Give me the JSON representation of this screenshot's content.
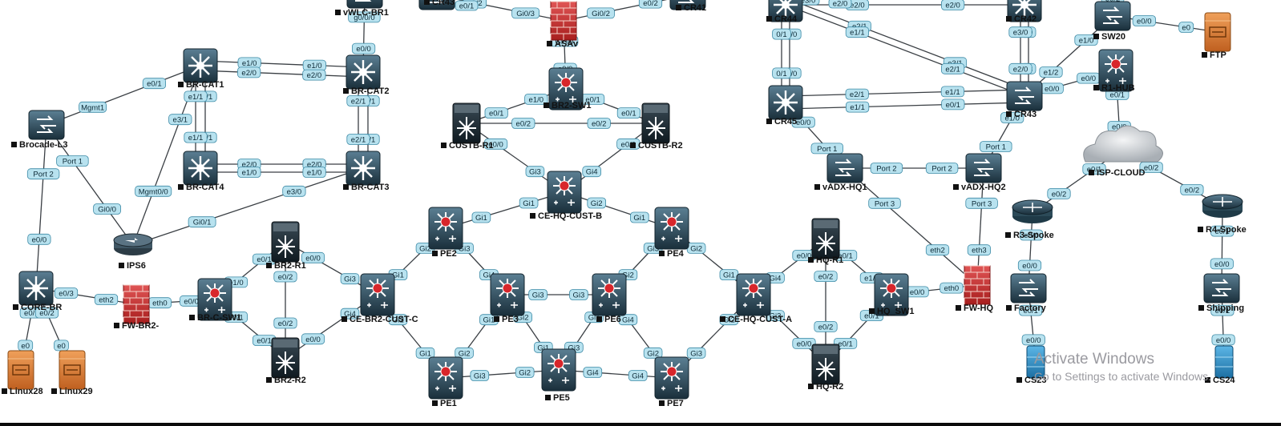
{
  "colors": {
    "link": "#3a3f44",
    "port_fill": "#b8e2ef",
    "port_stroke": "#3d8aa6",
    "device_dark": "#1e3744",
    "device_light": "#4a6d80",
    "router_red": "#d8262b",
    "firewall_red": "#c8302f",
    "server_orange": "#e0803a",
    "server_blue": "#2e94cf",
    "cloud_gray": "#c9cdd1"
  },
  "watermark": {
    "title": "Activate Windows",
    "subtitle": "Go to Settings to activate Windows."
  },
  "devices": [
    {
      "id": "cr43top",
      "label": "CR43",
      "icon": "switch-icon"
    },
    {
      "id": "vwlc",
      "label": "vWLC-BR1",
      "icon": "switch-icon"
    },
    {
      "id": "asav",
      "label": "ASAv",
      "icon": "firewall-icon"
    },
    {
      "id": "cr41",
      "label": "CR41",
      "icon": "switch-icon"
    },
    {
      "id": "brcat1",
      "label": "BR-CAT1",
      "icon": "multilayer-switch-icon"
    },
    {
      "id": "brcat2",
      "label": "BR-CAT2",
      "icon": "multilayer-switch-icon"
    },
    {
      "id": "brcat4",
      "label": "BR-CAT4",
      "icon": "multilayer-switch-icon"
    },
    {
      "id": "brcat3",
      "label": "BR-CAT3",
      "icon": "multilayer-switch-icon"
    },
    {
      "id": "brocade",
      "label": "Brocade-L3",
      "icon": "switch-icon"
    },
    {
      "id": "br2sw1",
      "label": "BR2-SW1",
      "icon": "router-switch-icon"
    },
    {
      "id": "custbr1",
      "label": "CUSTB-R1",
      "icon": "nexus-icon"
    },
    {
      "id": "custbr2",
      "label": "CUSTB-R2",
      "icon": "nexus-icon"
    },
    {
      "id": "cehqcustb",
      "label": "CE-HQ-CUST-B",
      "icon": "router-switch-icon"
    },
    {
      "id": "pe2",
      "label": "PE2",
      "icon": "router-switch-icon"
    },
    {
      "id": "pe4",
      "label": "PE4",
      "icon": "router-switch-icon"
    },
    {
      "id": "pe3",
      "label": "PE3",
      "icon": "router-switch-icon"
    },
    {
      "id": "pe6",
      "label": "PE6",
      "icon": "router-switch-icon"
    },
    {
      "id": "cebr2custc",
      "label": "CE-BR2-CUST-C",
      "icon": "router-switch-icon"
    },
    {
      "id": "cehqcusta",
      "label": "CE-HQ-CUST-A",
      "icon": "router-switch-icon"
    },
    {
      "id": "pe1",
      "label": "PE1",
      "icon": "router-switch-icon"
    },
    {
      "id": "pe5",
      "label": "PE5",
      "icon": "router-switch-icon"
    },
    {
      "id": "pe7",
      "label": "PE7",
      "icon": "router-switch-icon"
    },
    {
      "id": "ips6",
      "label": "IPS6",
      "icon": "ips-icon"
    },
    {
      "id": "br2r1",
      "label": "BR2-R1",
      "icon": "nexus-icon"
    },
    {
      "id": "br2r2",
      "label": "BR2-R2",
      "icon": "nexus-icon"
    },
    {
      "id": "brcsw",
      "label": "BR-C-SW1",
      "icon": "router-switch-icon"
    },
    {
      "id": "fwbr2",
      "label": "FW-BR2-",
      "icon": "firewall-icon"
    },
    {
      "id": "corebr",
      "label": "CORE-BR",
      "icon": "multilayer-switch-icon"
    },
    {
      "id": "linux28",
      "label": "Linux28",
      "icon": "server-icon"
    },
    {
      "id": "linux29",
      "label": "Linux29",
      "icon": "server-icon"
    },
    {
      "id": "cr44",
      "label": "CR44",
      "icon": "multilayer-switch-icon"
    },
    {
      "id": "cr42",
      "label": "CR42",
      "icon": "multilayer-switch-icon"
    },
    {
      "id": "cr45",
      "label": "CR45",
      "icon": "multilayer-switch-icon"
    },
    {
      "id": "cr43",
      "label": "CR43",
      "icon": "switch-icon"
    },
    {
      "id": "sw20",
      "label": "SW20",
      "icon": "switch-icon"
    },
    {
      "id": "ftp",
      "label": "FTP",
      "icon": "server-icon"
    },
    {
      "id": "r1hub",
      "label": "R1-HUB",
      "icon": "router-switch-icon"
    },
    {
      "id": "isp",
      "label": "ISP-CLOUD",
      "icon": "cloud-icon"
    },
    {
      "id": "vadx1",
      "label": "vADX-HQ1",
      "icon": "switch-icon"
    },
    {
      "id": "vadx2",
      "label": "vADX-HQ2",
      "icon": "switch-icon"
    },
    {
      "id": "r3spoke",
      "label": "R3-Spoke",
      "icon": "router-icon"
    },
    {
      "id": "r4spoke",
      "label": "R4-Spoke",
      "icon": "router-icon"
    },
    {
      "id": "hqr1",
      "label": "HQ-R1",
      "icon": "nexus-icon"
    },
    {
      "id": "hqsw1",
      "label": "HQ_SW1",
      "icon": "router-switch-icon"
    },
    {
      "id": "fwhq",
      "label": "FW-HQ",
      "icon": "firewall-icon"
    },
    {
      "id": "hqr2",
      "label": "HQ-R2",
      "icon": "nexus-icon"
    },
    {
      "id": "factory",
      "label": "Factory",
      "icon": "switch-icon"
    },
    {
      "id": "shipping",
      "label": "Shipping",
      "icon": "switch-icon"
    },
    {
      "id": "cs23",
      "label": "CS23",
      "icon": "server-icon"
    },
    {
      "id": "cs24",
      "label": "CS24",
      "icon": "server-icon"
    }
  ],
  "links": [
    {
      "a": "brcat1",
      "b": "brcat2",
      "pa": "e1/0",
      "pb": "e1/0"
    },
    {
      "a": "brcat1",
      "b": "brcat2",
      "pa": "e2/0",
      "pb": "e2/0"
    },
    {
      "a": "brcat4",
      "b": "brcat3",
      "pa": "e2/0",
      "pb": "e2/0"
    },
    {
      "a": "brcat4",
      "b": "brcat3",
      "pa": "e1/0",
      "pb": "e1/0"
    },
    {
      "a": "brcat1",
      "b": "brcat4",
      "pa": "e2/1",
      "pb": "e2/1"
    },
    {
      "a": "brcat1",
      "b": "brcat4",
      "pa": "e1/1",
      "pb": "e1/1"
    },
    {
      "a": "brcat2",
      "b": "brcat3",
      "pa": "e1/1",
      "pb": "e1/1"
    },
    {
      "a": "brcat2",
      "b": "brcat3",
      "pa": "e2/1",
      "pb": "e2/1"
    },
    {
      "a": "brcat2",
      "b": "vwlc",
      "pa": "e0/0",
      "pb": "g0/0/0"
    },
    {
      "a": "brocade",
      "b": "brcat1",
      "pa": "Mgmt1",
      "pb": "e0/1"
    },
    {
      "a": "brocade",
      "b": "corebr",
      "pa": "Port 2",
      "pb": "e0/0"
    },
    {
      "a": "brocade",
      "b": "ips6",
      "pa": "Port 1",
      "pb": "Gi0/0"
    },
    {
      "a": "ips6",
      "b": "brcat1",
      "pa": "Mgmt0/0",
      "pb": "e3/1"
    },
    {
      "a": "ips6",
      "b": "brcat3",
      "pa": "Gi0/1",
      "pb": "e3/0"
    },
    {
      "a": "corebr",
      "b": "fwbr2",
      "pa": "e0/3",
      "pb": "eth2"
    },
    {
      "a": "corebr",
      "b": "linux28",
      "pa": "e0/1",
      "pb": "e0"
    },
    {
      "a": "corebr",
      "b": "linux29",
      "pa": "e0/2",
      "pb": "e0"
    },
    {
      "a": "fwbr2",
      "b": "brcsw",
      "pa": "eth0",
      "pb": "e0/0"
    },
    {
      "a": "brcsw",
      "b": "br2r1",
      "pa": "e1/0",
      "pb": "e0/1"
    },
    {
      "a": "brcsw",
      "b": "br2r2",
      "pa": "e0/1",
      "pb": "e0/1"
    },
    {
      "a": "br2r1",
      "b": "br2r2",
      "pa": "e0/2",
      "pb": "e0/2"
    },
    {
      "a": "br2r1",
      "b": "cebr2custc",
      "pa": "e0/0",
      "pb": "Gi3"
    },
    {
      "a": "br2r2",
      "b": "cebr2custc",
      "pa": "e0/0",
      "pb": "Gi4"
    },
    {
      "a": "cebr2custc",
      "b": "pe2",
      "pa": "Gi1",
      "pb": "Gi2"
    },
    {
      "a": "cebr2custc",
      "b": "pe1",
      "pa": "Gi2",
      "pb": "Gi1"
    },
    {
      "a": "asav",
      "b": "br2sw1",
      "pa": "Gi0/0",
      "pb": "e0/0"
    },
    {
      "a": "asav",
      "b": "cr43top",
      "pa": "Gi0/3",
      "pb": "e0/2"
    },
    {
      "a": "asav",
      "b": "cr41",
      "pa": "Gi0/2",
      "pb": "e0/2"
    },
    {
      "a": "br2sw1",
      "b": "custbr1",
      "pa": "e1/0",
      "pb": "e0/1"
    },
    {
      "a": "br2sw1",
      "b": "custbr2",
      "pa": "e0/1",
      "pb": "e0/1"
    },
    {
      "a": "custbr1",
      "b": "custbr2",
      "pa": "e0/2",
      "pb": "e0/2"
    },
    {
      "a": "custbr1",
      "b": "cehqcustb",
      "pa": "e0/0",
      "pb": "Gi3"
    },
    {
      "a": "custbr2",
      "b": "cehqcustb",
      "pa": "e0/0",
      "pb": "Gi4"
    },
    {
      "a": "cehqcustb",
      "b": "pe2",
      "pa": "Gi1",
      "pb": "Gi1"
    },
    {
      "a": "cehqcustb",
      "b": "pe4",
      "pa": "Gi2",
      "pb": "Gi1"
    },
    {
      "a": "pe2",
      "b": "pe3",
      "pa": "Gi3",
      "pb": "Gi4"
    },
    {
      "a": "pe4",
      "b": "pe6",
      "pa": "Gi3",
      "pb": "Gi2"
    },
    {
      "a": "pe4",
      "b": "cehqcusta",
      "pa": "Gi2",
      "pb": "Gi1"
    },
    {
      "a": "pe3",
      "b": "pe6",
      "pa": "Gi3",
      "pb": "Gi3"
    },
    {
      "a": "pe3",
      "b": "pe1",
      "pa": "Gi1",
      "pb": "Gi2"
    },
    {
      "a": "pe3",
      "b": "pe5",
      "pa": "Gi2",
      "pb": "Gi1"
    },
    {
      "a": "pe6",
      "b": "pe5",
      "pa": "Gi1",
      "pb": "Gi3"
    },
    {
      "a": "pe6",
      "b": "pe7",
      "pa": "Gi4",
      "pb": "Gi2"
    },
    {
      "a": "pe1",
      "b": "pe5",
      "pa": "Gi3",
      "pb": "Gi2"
    },
    {
      "a": "pe5",
      "b": "pe7",
      "pa": "Gi4",
      "pb": "Gi4"
    },
    {
      "a": "pe7",
      "b": "cehqcusta",
      "pa": "Gi3",
      "pb": "Gi2"
    },
    {
      "a": "cehqcusta",
      "b": "hqr1",
      "pa": "Gi4",
      "pb": "e0/0"
    },
    {
      "a": "cehqcusta",
      "b": "hqr2",
      "pa": "Gi3",
      "pb": "e0/0"
    },
    {
      "a": "hqr1",
      "b": "hqr2",
      "pa": "e0/2",
      "pb": "e0/2"
    },
    {
      "a": "hqr1",
      "b": "hqsw1",
      "pa": "e0/1",
      "pb": "e1/0"
    },
    {
      "a": "hqr2",
      "b": "hqsw1",
      "pa": "e0/1",
      "pb": "e0/1"
    },
    {
      "a": "hqsw1",
      "b": "fwhq",
      "pa": "e0/0",
      "pb": "eth0"
    },
    {
      "a": "fwhq",
      "b": "vadx1",
      "pa": "eth2",
      "pb": "Port 3"
    },
    {
      "a": "fwhq",
      "b": "vadx2",
      "pa": "eth3",
      "pb": "Port 3"
    },
    {
      "a": "vadx1",
      "b": "vadx2",
      "pa": "Port 2",
      "pb": "Port 2"
    },
    {
      "a": "vadx1",
      "b": "cr45",
      "pa": "Port 1",
      "pb": "e0/0"
    },
    {
      "a": "vadx2",
      "b": "cr43",
      "pa": "Port 1",
      "pb": "e1/0"
    },
    {
      "a": "cr44",
      "b": "cr45",
      "pa": "e3/0",
      "pb": "e3/0"
    },
    {
      "a": "cr44",
      "b": "cr45",
      "pa": "0/1",
      "pb": "0/1"
    },
    {
      "a": "cr44",
      "b": "cr42",
      "pa": "e2/0",
      "pb": "e2/0"
    },
    {
      "a": "cr44",
      "b": "cr43",
      "pa": "e2/1",
      "pb": "e3/1"
    },
    {
      "a": "cr44",
      "b": "cr43",
      "pa": "e1/1",
      "pb": "e2/1"
    },
    {
      "a": "cr42",
      "b": "cr43",
      "pa": "e0",
      "pb": "e3"
    },
    {
      "a": "cr42",
      "b": "cr43",
      "pa": "e3/0",
      "pb": "e2/0"
    },
    {
      "a": "cr45",
      "b": "cr43",
      "pa": "e2/1",
      "pb": "e1/1"
    },
    {
      "a": "cr45",
      "b": "cr43",
      "pa": "e1/1",
      "pb": "e0/1"
    },
    {
      "a": "cr43",
      "b": "sw20",
      "pa": "e1/2",
      "pb": "e1/0"
    },
    {
      "a": "cr43",
      "b": "r1hub",
      "pa": "e0/0",
      "pb": "e0/0"
    },
    {
      "a": "sw20",
      "b": "ftp",
      "pa": "e0/0",
      "pb": "e0"
    },
    {
      "a": "r1hub",
      "b": "isp",
      "pa": "e0/1",
      "pb": "e0/0"
    },
    {
      "a": "isp",
      "b": "r3spoke",
      "pa": "e0/1",
      "pb": "e0/2"
    },
    {
      "a": "isp",
      "b": "r4spoke",
      "pa": "e0/2",
      "pb": "e0/2"
    },
    {
      "a": "r3spoke",
      "b": "factory",
      "pa": "e0/0",
      "pb": "e0/0"
    },
    {
      "a": "r4spoke",
      "b": "shipping",
      "pa": "e0/1",
      "pb": "e0/0"
    },
    {
      "a": "factory",
      "b": "cs23",
      "pa": "e0/1",
      "pb": "e0/0"
    },
    {
      "a": "shipping",
      "b": "cs24",
      "pa": "e0/1",
      "pb": "e0/0"
    }
  ],
  "stray_labels": [
    "e2/0",
    "e0/1",
    "e3/0",
    "e0/2"
  ]
}
